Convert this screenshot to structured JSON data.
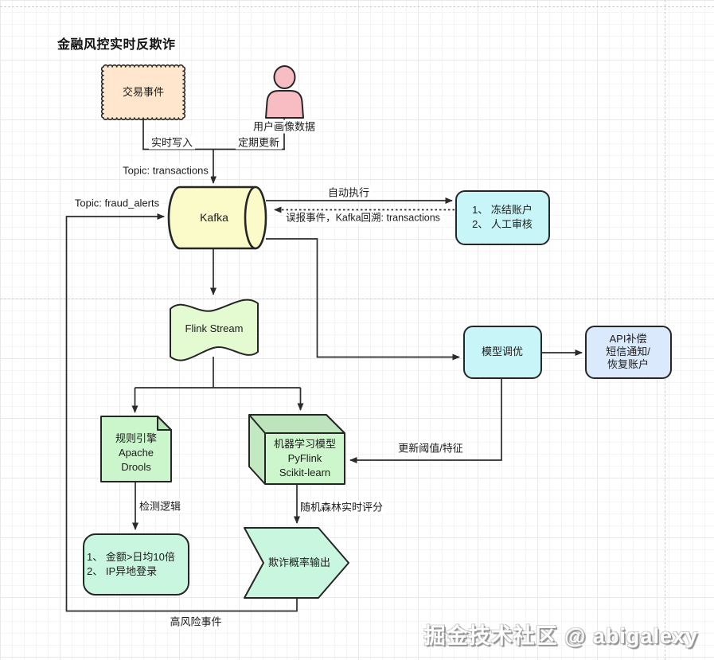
{
  "title": "金融风控实时反欺诈",
  "watermark": "掘金技术社区 @ abigalexy",
  "nodes": {
    "transaction_event": {
      "label": "交易事件"
    },
    "user_profile": {
      "label": "用户画像数据"
    },
    "kafka": {
      "label": "Kafka"
    },
    "freeze_account": {
      "line1": "1、 冻结账户",
      "line2": "2、 人工审核"
    },
    "flink_stream": {
      "label": "Flink Stream"
    },
    "model_tuning": {
      "label": "模型调优"
    },
    "api_compensation": {
      "line1": "API补偿",
      "line2": "短信通知/",
      "line3": "恢复账户"
    },
    "rule_engine": {
      "line1": "规则引擎",
      "line2": "Apache",
      "line3": "Drools"
    },
    "ml_model": {
      "line1": "机器学习模型",
      "line2": "PyFlink",
      "line3": "Scikit-learn"
    },
    "rule_examples": {
      "line1": "1、 金额>日均10倍",
      "line2": "2、 IP异地登录"
    },
    "fraud_output": {
      "label": "欺诈概率输出"
    }
  },
  "edge_labels": {
    "realtime_write": "实时写入",
    "periodic_update": "定期更新",
    "topic_transactions": "Topic: transactions",
    "topic_fraud_alerts": "Topic: fraud_alerts",
    "auto_execute": "自动执行",
    "false_positive": "误报事件，Kafka回溯: transactions",
    "update_threshold": "更新阈值/特征",
    "detection_logic": "检测逻辑",
    "random_forest_scoring": "随机森林实时评分",
    "high_risk_event": "高风险事件"
  },
  "colors": {
    "stamp_fill": "#FFE6CC",
    "person_fill": "#F7BDC2",
    "kafka_fill": "#FBFBC9",
    "cyan_fill": "#C7F5F8",
    "flink_fill": "#E4FAD0",
    "green_fill": "#CBF6CB",
    "cube_fill": "#CDF6CC",
    "mint_fill": "#C9F6DE",
    "api_fill": "#DAE9FB"
  }
}
